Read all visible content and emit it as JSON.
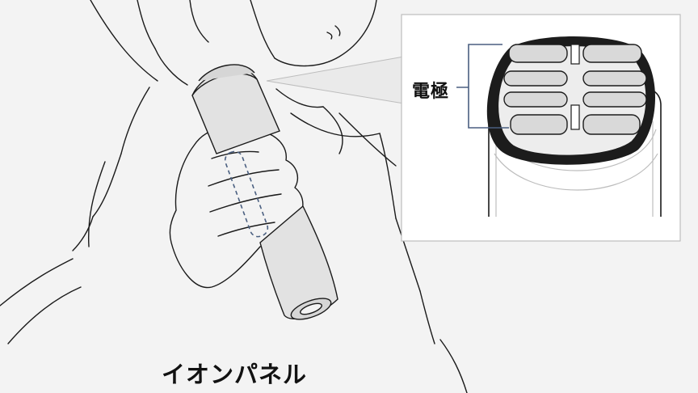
{
  "labels": {
    "electrode": "電極",
    "ion_panel": "イオンパネル"
  },
  "colors": {
    "background": "#f3f3f3",
    "line": "#1a1a1a",
    "device_fill": "#e2e2e2",
    "callout_line": "#4a5f80",
    "inset_border": "#bdbdbd"
  },
  "icons": [
    "person-illustration",
    "device-head",
    "dashed-panel-outline",
    "electrode-plate"
  ]
}
